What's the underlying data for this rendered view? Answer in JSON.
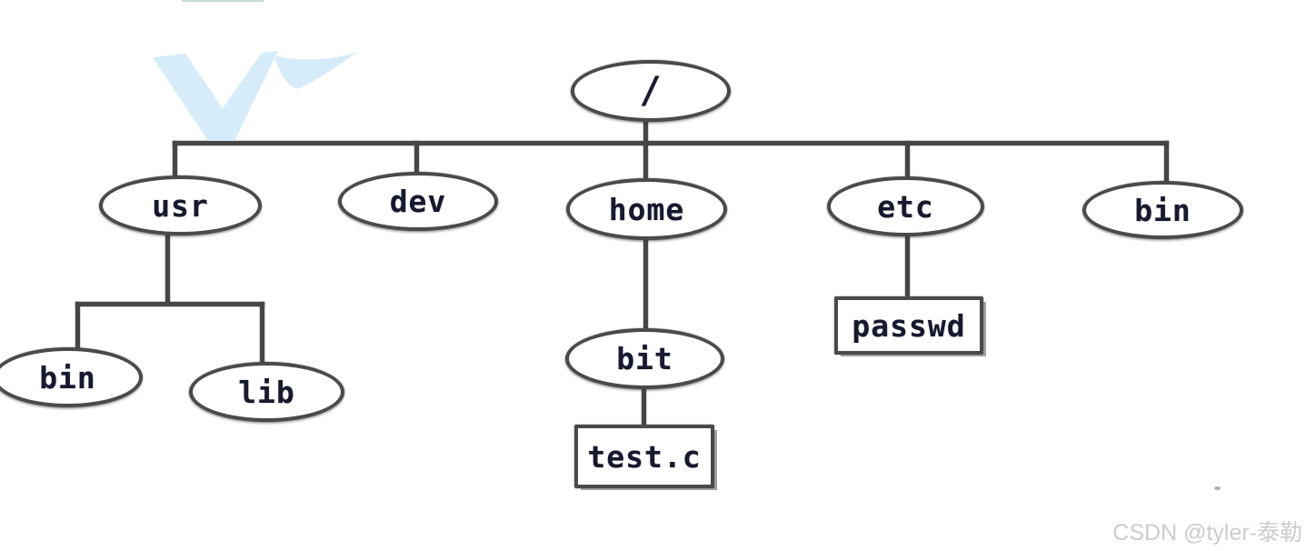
{
  "diagram": {
    "description": "Unix file system directory tree",
    "type": "tree"
  },
  "tree": {
    "root": {
      "label": "/"
    },
    "level1": [
      {
        "label": "usr"
      },
      {
        "label": "dev"
      },
      {
        "label": "home"
      },
      {
        "label": "etc"
      },
      {
        "label": "bin"
      }
    ],
    "usr_children": [
      {
        "label": "bin"
      },
      {
        "label": "lib"
      }
    ],
    "home_children": [
      {
        "label": "bit"
      }
    ],
    "bit_children": [
      {
        "label": "test.c"
      }
    ],
    "etc_children": [
      {
        "label": "passwd"
      }
    ]
  },
  "watermark": {
    "text": "CSDN @tyler-泰勒",
    "logo": "csdn-v-logo",
    "text_color": "#cccccc",
    "logo_color": "#d7ecfa"
  },
  "colors": {
    "background": "#ffffff",
    "line": "#464646",
    "node_border": "#4a4a4a",
    "node_fill": "#ffffff",
    "label": "#171a2e"
  }
}
